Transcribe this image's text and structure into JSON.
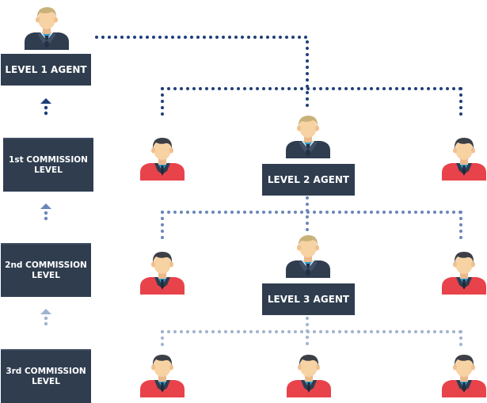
{
  "labels": {
    "level1_agent": "LEVEL 1 AGENT",
    "commission1": "1st COMMISSION\nLEVEL",
    "commission2": "2nd COMMISSION\nLEVEL",
    "commission3": "3rd COMMISSION\nLEVEL",
    "level2_agent": "LEVEL 2 AGENT",
    "level3_agent": "LEVEL 3 AGENT"
  },
  "colors": {
    "label_bg": "#2f3d4f",
    "line_level1": "#1e3f78",
    "line_level2": "#6a86b8",
    "line_level3": "#9fb3cf",
    "agent_suit": "#2f3d4f",
    "referral_suit": "#e8434b",
    "hair_agent": "#c9b27a",
    "hair_referral": "#3d3f47",
    "skin": "#f7d2a3",
    "shirt": "#2f9fd6"
  },
  "icons": {
    "agent": "businessman-icon",
    "referral": "person-icon",
    "arrow": "arrow-up-icon"
  }
}
